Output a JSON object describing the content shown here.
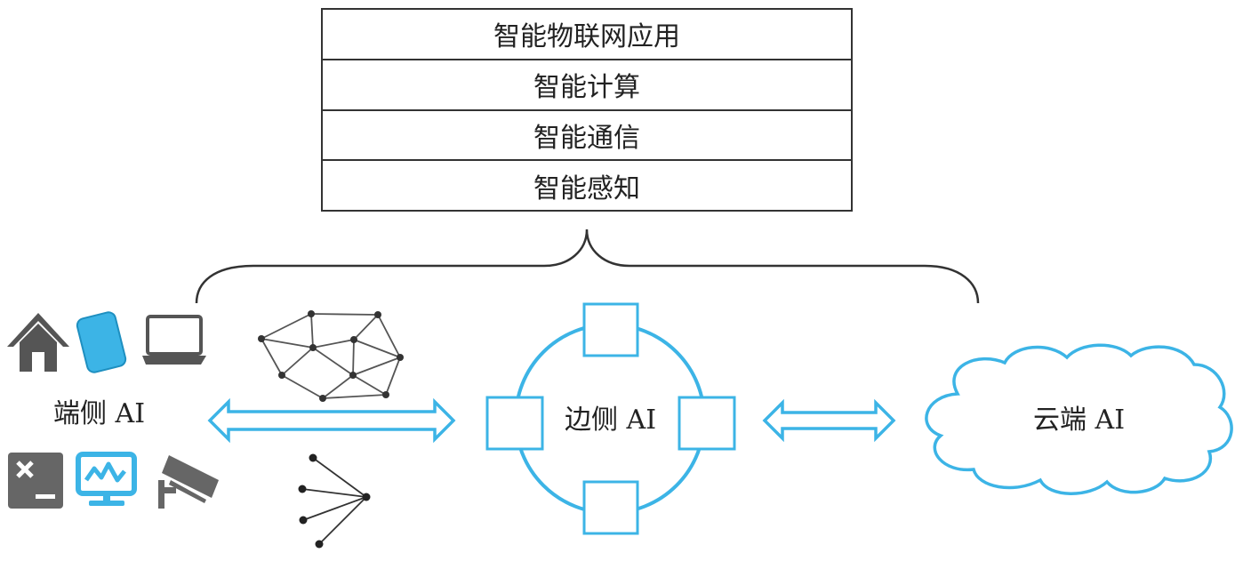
{
  "colors": {
    "accent_blue": "#3cb4e6",
    "icon_gray": "#555555",
    "line_dark": "#333333",
    "text": "#222222"
  },
  "stack": {
    "layers": [
      {
        "label": "智能物联网应用"
      },
      {
        "label": "智能计算"
      },
      {
        "label": "智能通信"
      },
      {
        "label": "智能感知"
      }
    ]
  },
  "tiers": {
    "device": {
      "label": "端侧 AI",
      "icons": [
        "house-icon",
        "smartphone-icon",
        "laptop-icon",
        "terminal-icon",
        "monitor-icon",
        "security-camera-icon"
      ]
    },
    "edge": {
      "label": "边侧 AI"
    },
    "cloud": {
      "label": "云端 AI"
    }
  },
  "connections": [
    {
      "from": "device",
      "to": "edge",
      "type": "bidirectional-arrow"
    },
    {
      "from": "edge",
      "to": "cloud",
      "type": "bidirectional-arrow"
    }
  ],
  "network_topologies": [
    "mesh-network-icon",
    "star-network-icon"
  ]
}
